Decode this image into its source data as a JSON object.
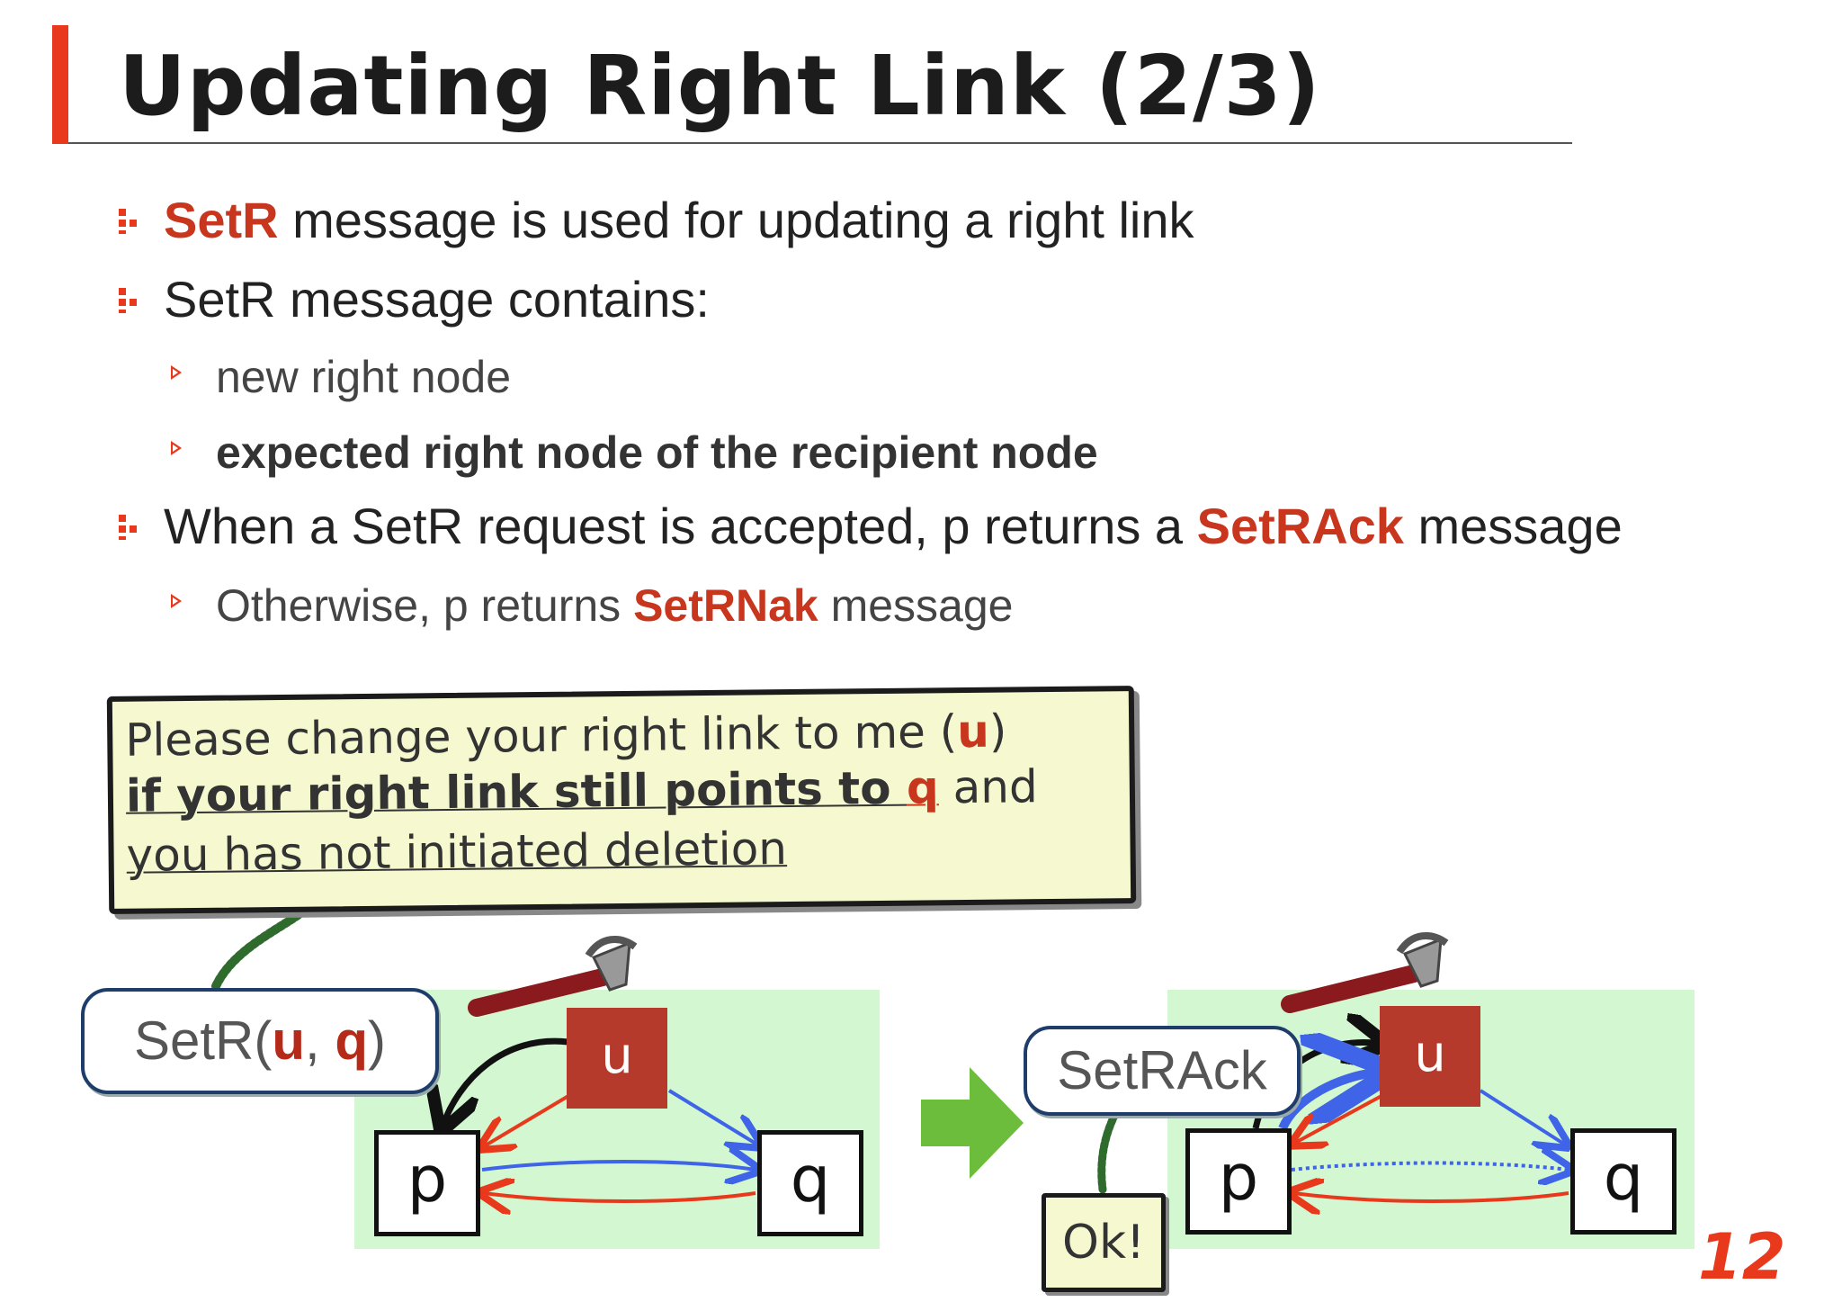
{
  "title": "Updating Right Link (2/3)",
  "bullets": {
    "b1_red": "SetR",
    "b1_rest": " message is used for updating a right link",
    "b2": "SetR message contains:",
    "s1": "new right node",
    "s2": "expected right node of the recipient node",
    "b3_pre": "When a SetR request is accepted, p returns a ",
    "b3_red": "SetRAck",
    "b3_post": " message",
    "s3_pre": "Otherwise, p returns ",
    "s3_red": "SetRNak",
    "s3_post": " message"
  },
  "note": {
    "l1_pre": "Please change your right link to me (",
    "l1_u": "u",
    "l1_post": ")",
    "l2_pre": "if your right link still points to ",
    "l2_q": "q",
    "l2_post": " and",
    "l3": "you has not initiated deletion"
  },
  "left_diagram": {
    "bubble_pre": "SetR(",
    "bubble_u": "u",
    "bubble_sep": ", ",
    "bubble_q": "q",
    "bubble_post": ")",
    "node_u": "u",
    "node_p": "p",
    "node_q": "q"
  },
  "right_diagram": {
    "bubble": "SetRAck",
    "ok": "Ok!",
    "node_u": "u",
    "node_p": "p",
    "node_q": "q"
  },
  "page_number": "12",
  "colors": {
    "accent": "#e8391d",
    "highlight_red": "#c8361e",
    "panel_green": "#d3f8d1",
    "arrow_blue": "#3f64e8",
    "arrow_red": "#e8391d",
    "node_u_fill": "#b53a2c",
    "transition_arrow": "#6cbd3c"
  }
}
